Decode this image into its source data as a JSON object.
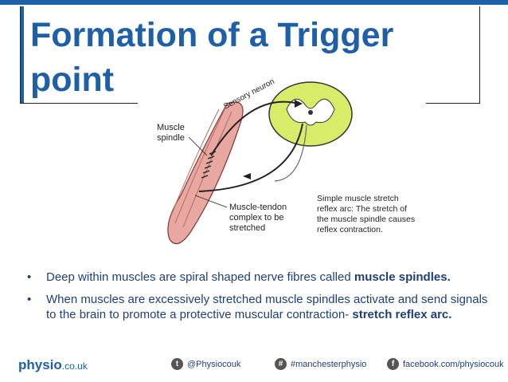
{
  "slide": {
    "title": "Formation of a Trigger point"
  },
  "diagram": {
    "labels": {
      "sensory_neuron": "Sensory neuron",
      "muscle_spindle_1": "Muscle",
      "muscle_spindle_2": "spindle",
      "tendon_1": "Muscle-tendon",
      "tendon_2": "complex to be",
      "tendon_3": "stretched",
      "caption_1": "Simple muscle stretch",
      "caption_2": "reflex arc: The stretch of",
      "caption_3": "the muscle spindle causes",
      "caption_4": "reflex contraction."
    }
  },
  "bullets": [
    {
      "marker": "•",
      "text": "Deep within muscles are spiral shaped nerve fibres called ",
      "bold": "muscle spindles."
    },
    {
      "marker": "•",
      "text": "When muscles are excessively stretched muscle spindles activate and send signals to the brain to promote a protective muscular contraction- ",
      "bold": "stretch reflex arc."
    }
  ],
  "footer": {
    "logo_main": "physio",
    "logo_domain": ".co.uk",
    "twitter": "@Physiocouk",
    "twitter_icon": "twitter-icon",
    "hashtag": "#manchesterphysio",
    "hashtag_icon": "hashtag-icon",
    "facebook": "facebook.com/physiocouk",
    "facebook_icon": "facebook-icon",
    "accent_color": "#1f5fa8"
  }
}
